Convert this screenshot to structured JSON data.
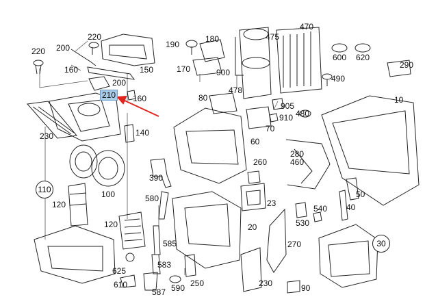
{
  "diagram": {
    "highlight_color": "#a9cbe8",
    "arrow_color": "#e0251f",
    "highlighted_part": "210",
    "circled_labels": [
      "110",
      "30"
    ],
    "part_labels": [
      "220",
      "200",
      "160",
      "150",
      "220",
      "200",
      "230",
      "210",
      "160",
      "140",
      "100",
      "110",
      "120",
      "120",
      "625",
      "610",
      "587",
      "190",
      "180",
      "475",
      "170",
      "900",
      "478",
      "470",
      "600",
      "620",
      "290",
      "490",
      "80",
      "905",
      "480",
      "10",
      "910",
      "70",
      "60",
      "280",
      "460",
      "260",
      "390",
      "580",
      "23",
      "50",
      "40",
      "585",
      "20",
      "540",
      "530",
      "583",
      "270",
      "590",
      "250",
      "30",
      "230",
      "90"
    ]
  }
}
